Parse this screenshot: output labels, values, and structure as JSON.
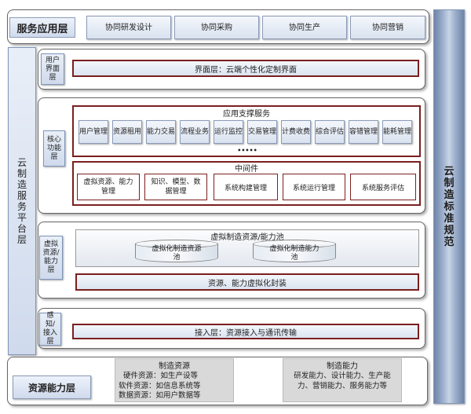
{
  "service_layer": {
    "label": "服务应用层",
    "items": [
      "协同研发设计",
      "协同采购",
      "协同生产",
      "协同营销"
    ]
  },
  "platform": {
    "label": "云制造服务平台层"
  },
  "standard": {
    "label": "云制造标准规范"
  },
  "ui_layer": {
    "label": "用户界面层",
    "content": "界面层：云端个性化定制界面"
  },
  "core_layer": {
    "label": "核心功能层",
    "support_title": "应用支撑服务",
    "support_items": [
      "用户管理",
      "资源租用",
      "能力交易",
      "流程业务",
      "运行监控",
      "交易管理",
      "计费收费",
      "综合评估",
      "容错管理",
      "能耗管理"
    ],
    "ellipsis": "•••••",
    "middleware_title": "中间件",
    "middleware_items": [
      "虚拟资源、能力管理",
      "知识、模型、数据管理",
      "系统构建管理",
      "系统运行管理",
      "系统服务评估"
    ]
  },
  "virtual_layer": {
    "label": "虚拟资源/能力层",
    "pool_title": "虚拟制造资源/能力池",
    "cyl1": "虚拟化制造资源池",
    "cyl2": "虚拟化制造能力池",
    "encap": "资源、能力虚拟化封装"
  },
  "access_layer": {
    "label": "感知/接入层",
    "content": "接入层：资源接入与通讯传输"
  },
  "resource_layer": {
    "label": "资源能力层",
    "res_title": "制造资源",
    "res_lines": [
      "硬件资源：如生产设等",
      "软件资源：如信息系统等",
      "数据资源：如用户数据等"
    ],
    "cap_title": "制造能力",
    "cap_text": "研发能力、设计能力、生产能力、营销能力、服务能力等"
  }
}
